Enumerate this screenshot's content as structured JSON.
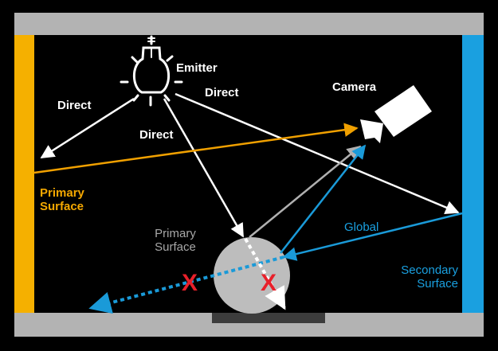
{
  "labels": {
    "emitter": "Emitter",
    "camera": "Camera",
    "direct_left": "Direct",
    "direct_center": "Direct",
    "direct_right": "Direct",
    "primary_surface_wall_1": "Primary",
    "primary_surface_wall_2": "Surface",
    "primary_surface_sphere_1": "Primary",
    "primary_surface_sphere_2": "Surface",
    "global": "Global",
    "secondary_surface_1": "Secondary",
    "secondary_surface_2": "Surface"
  },
  "markers": {
    "occluded": "X"
  },
  "colors": {
    "background": "#000000",
    "frame": "#b3b3b3",
    "primary_wall": "#f5b000",
    "secondary_wall": "#1aa0e0",
    "direct_ray": "#ffffff",
    "primary_ray": "#f0a000",
    "global_ray": "#1a9ad8",
    "sphere": "#bdbdbd",
    "occlusion_mark": "#e8202a"
  }
}
